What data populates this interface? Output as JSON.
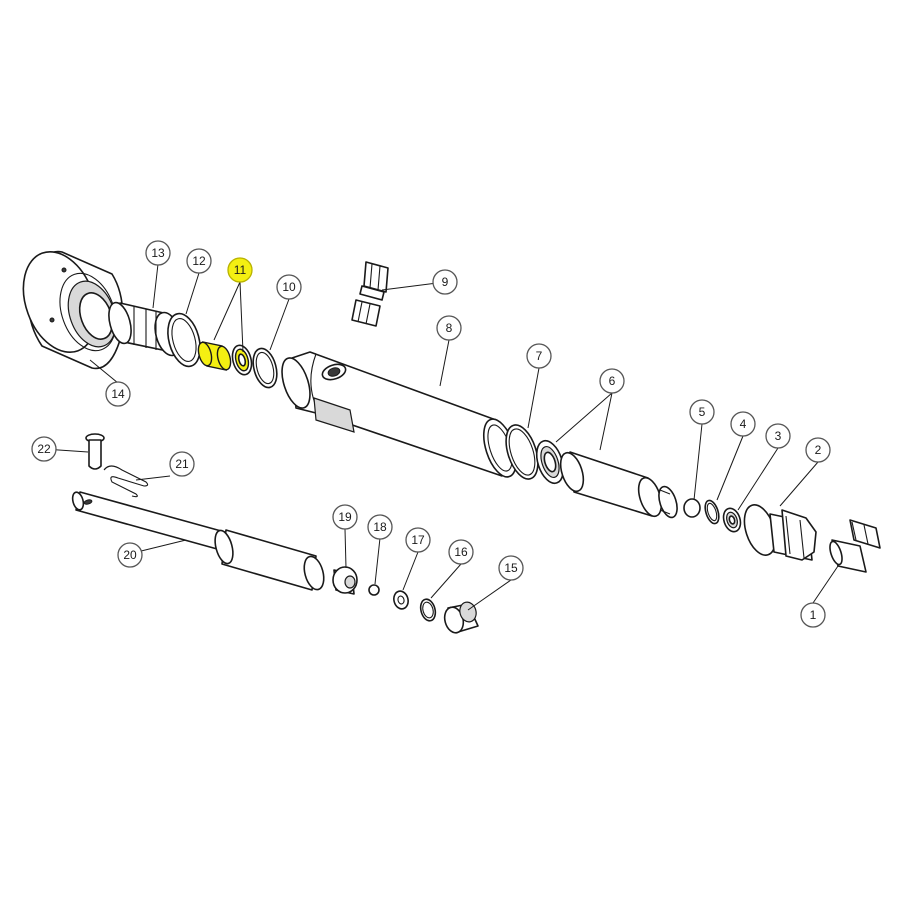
{
  "highlight_color": "#f4ef12",
  "callouts": [
    {
      "id": "1",
      "label": "1",
      "highlighted": false
    },
    {
      "id": "2",
      "label": "2",
      "highlighted": false
    },
    {
      "id": "3",
      "label": "3",
      "highlighted": false
    },
    {
      "id": "4",
      "label": "4",
      "highlighted": false
    },
    {
      "id": "5",
      "label": "5",
      "highlighted": false
    },
    {
      "id": "6",
      "label": "6",
      "highlighted": false
    },
    {
      "id": "7",
      "label": "7",
      "highlighted": false
    },
    {
      "id": "8",
      "label": "8",
      "highlighted": false
    },
    {
      "id": "9",
      "label": "9",
      "highlighted": false
    },
    {
      "id": "10",
      "label": "10",
      "highlighted": false
    },
    {
      "id": "11",
      "label": "11",
      "highlighted": true
    },
    {
      "id": "12",
      "label": "12",
      "highlighted": false
    },
    {
      "id": "13",
      "label": "13",
      "highlighted": false
    },
    {
      "id": "14",
      "label": "14",
      "highlighted": false
    },
    {
      "id": "15",
      "label": "15",
      "highlighted": false
    },
    {
      "id": "16",
      "label": "16",
      "highlighted": false
    },
    {
      "id": "17",
      "label": "17",
      "highlighted": false
    },
    {
      "id": "18",
      "label": "18",
      "highlighted": false
    },
    {
      "id": "19",
      "label": "19",
      "highlighted": false
    },
    {
      "id": "20",
      "label": "20",
      "highlighted": false
    },
    {
      "id": "21",
      "label": "21",
      "highlighted": false
    },
    {
      "id": "22",
      "label": "22",
      "highlighted": false
    }
  ]
}
